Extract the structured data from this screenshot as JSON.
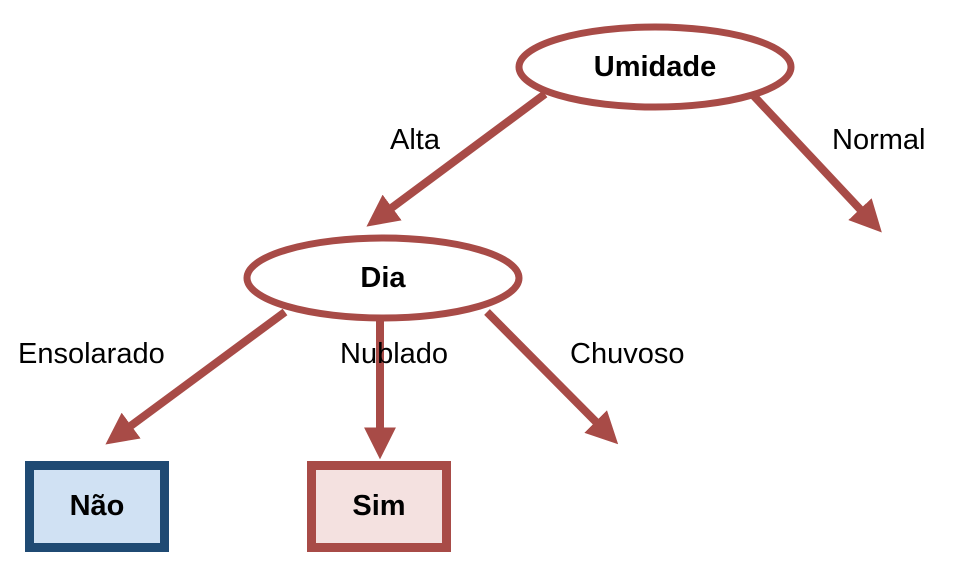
{
  "colors": {
    "edge": "#A84B47",
    "node_fill": "#ffffff",
    "no_border": "#1F4A73",
    "no_fill": "#D0E1F3",
    "yes_border": "#A84B47",
    "yes_fill": "#F4E1E0"
  },
  "nodes": {
    "root": "Umidade",
    "day": "Dia"
  },
  "edges": {
    "high": "Alta",
    "normal": "Normal",
    "sunny": "Ensolarado",
    "cloudy": "Nublado",
    "rainy": "Chuvoso"
  },
  "leaves": {
    "no": "Não",
    "yes": "Sim"
  }
}
